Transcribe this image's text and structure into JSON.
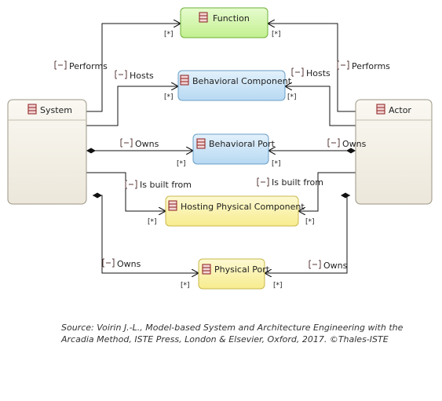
{
  "nodes": {
    "function": {
      "label": "Function",
      "fill": "#ccf5a0",
      "stroke": "#6fb13a"
    },
    "behavioral_component": {
      "label": "Behavioral Component",
      "fill": "#c6e2f7",
      "stroke": "#6a9fc7"
    },
    "behavioral_port": {
      "label": "Behavioral Port",
      "fill": "#c6e2f7",
      "stroke": "#6a9fc7"
    },
    "hosting_physical_component": {
      "label": "Hosting Physical Component",
      "fill": "#fbf3a6",
      "stroke": "#c8b84c"
    },
    "physical_port": {
      "label": "Physical Port",
      "fill": "#fbf3a6",
      "stroke": "#c8b84c"
    },
    "system": {
      "label": "System",
      "fill": "#f3efe4",
      "stroke": "#9b9585"
    },
    "actor": {
      "label": "Actor",
      "fill": "#f3efe4",
      "stroke": "#9b9585"
    }
  },
  "edges": {
    "system_performs": "Performs",
    "actor_performs": "Performs",
    "system_hosts": "Hosts",
    "actor_hosts": "Hosts",
    "system_owns_bport": "Owns",
    "actor_owns_bport": "Owns",
    "system_built_from": "Is built from",
    "actor_built_from": "Is built from",
    "system_owns_pport": "Owns",
    "actor_owns_pport": "Owns"
  },
  "multiplicity": "[*]",
  "source": "Source: Voirin J.-L., Model-based System and Architecture Engineering with the Arcadia Method, ISTE Press, London & Elsevier, Oxford, 2017. ©Thales-ISTE"
}
